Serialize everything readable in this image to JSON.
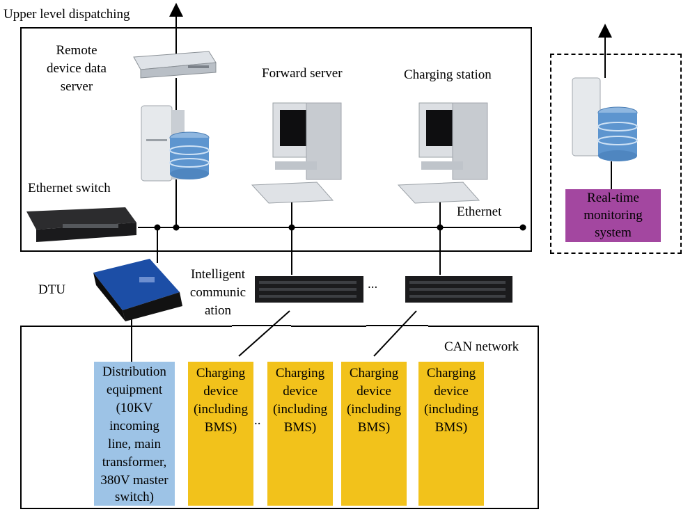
{
  "labels": {
    "upper_dispatch": "Upper level dispatching",
    "remote_server_l1": "Remote",
    "remote_server_l2": "device data",
    "remote_server_l3": "server",
    "forward_server": "Forward server",
    "charging_station": "Charging station",
    "ethernet_switch": "Ethernet switch",
    "ethernet": "Ethernet",
    "dtu": "DTU",
    "intelligent_l1": "Intelligent",
    "intelligent_l2": "communic",
    "intelligent_l3": "ation",
    "ellipsis_mid": "...",
    "can_network": "CAN network",
    "ellipsis_small": ".."
  },
  "monitoring": {
    "line1": "Real-time",
    "line2": "monitoring",
    "line3": "system"
  },
  "distribution": {
    "lines": [
      "Distribution",
      "equipment",
      "(10KV",
      "incoming",
      "line, main",
      "transformer,",
      "380V master",
      "switch)"
    ]
  },
  "charging_devices": [
    {
      "lines": [
        "Charging",
        "device",
        "(including",
        "BMS)"
      ]
    },
    {
      "lines": [
        "Charging",
        "device",
        "(including",
        "BMS)"
      ]
    },
    {
      "lines": [
        "Charging",
        "device",
        "(including",
        "BMS)"
      ]
    },
    {
      "lines": [
        "Charging",
        "device",
        "(including",
        "BMS)"
      ]
    }
  ],
  "colors": {
    "charging_device": "#f2c21b",
    "distribution": "#9dc3e6",
    "monitoring": "#a347a0"
  }
}
